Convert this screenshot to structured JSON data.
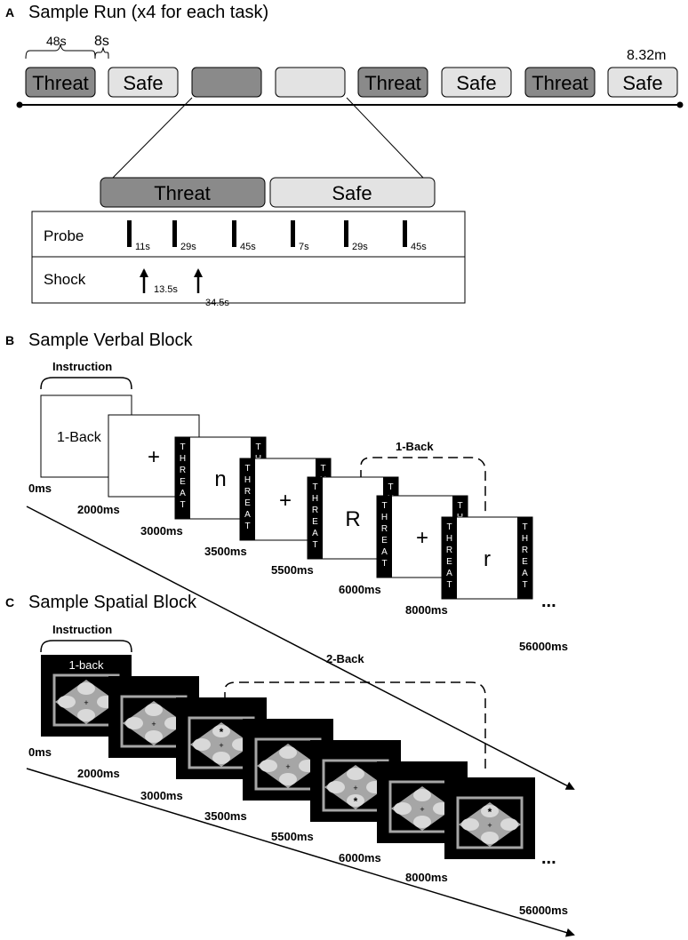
{
  "colors": {
    "threat_fill": "#8a8a8a",
    "safe_fill": "#e3e3e3",
    "black": "#000000",
    "screen_gray": "#a6a6a6",
    "stim_light": "#d9d9d9"
  },
  "panel_a": {
    "letter": "A",
    "title": "Sample Run (x4 for each task)",
    "brace_48": "48s",
    "brace_8": "8s",
    "duration_total": "8.32m",
    "blocks": [
      "Threat",
      "Safe",
      "",
      "",
      "Threat",
      "Safe",
      "Threat",
      "Safe"
    ],
    "zoom": {
      "threat_label": "Threat",
      "safe_label": "Safe"
    },
    "probe": {
      "label": "Probe",
      "times": [
        "11s",
        "29s",
        "45s",
        "7s",
        "29s",
        "45s"
      ]
    },
    "shock": {
      "label": "Shock",
      "times": [
        "13.5s",
        "34.5s"
      ]
    }
  },
  "panel_b": {
    "letter": "B",
    "title": "Sample Verbal Block",
    "instruction_label": "Instruction",
    "instruction_screen": "1-Back",
    "nback_label": "1-Back",
    "side_letters": [
      "T",
      "H",
      "R",
      "E",
      "A",
      "T"
    ],
    "stimuli": [
      "+",
      "n",
      "+",
      "R",
      "+",
      "r"
    ],
    "timestamps": [
      "0ms",
      "2000ms",
      "3000ms",
      "3500ms",
      "5500ms",
      "6000ms",
      "8000ms",
      "56000ms"
    ],
    "ellipsis": "..."
  },
  "panel_c": {
    "letter": "C",
    "title": "Sample Spatial Block",
    "instruction_label": "Instruction",
    "instruction_screen": "1-back",
    "nback_label": "2-Back",
    "fixation": "+",
    "target_mark": "*",
    "timestamps": [
      "0ms",
      "2000ms",
      "3000ms",
      "3500ms",
      "5500ms",
      "6000ms",
      "8000ms",
      "56000ms"
    ],
    "ellipsis": "..."
  }
}
